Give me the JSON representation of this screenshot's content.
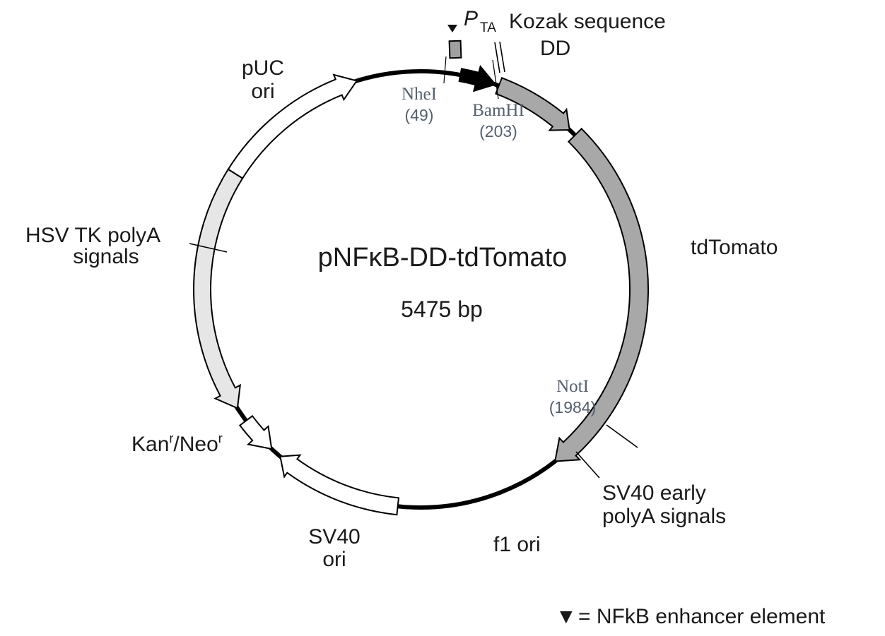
{
  "plasmid": {
    "name_pre": "pNF",
    "name_kappa": "κ",
    "name_post": "B-DD-tdTomato",
    "size": "5475 bp",
    "total_bp": 5475
  },
  "features": {
    "promoter_letter": "P",
    "promoter_sub": "TA",
    "kozak": "Kozak sequence",
    "dd": "DD",
    "tdtomato": "tdTomato",
    "sv40_polya_line1": "SV40 early",
    "sv40_polya_line2": "polyA signals",
    "f1_ori": "f1 ori",
    "sv40_ori_line1": "SV40",
    "sv40_ori_line2": "ori",
    "kan_pre": "Kan",
    "kan_sup1": "r",
    "kan_mid": "/Neo",
    "kan_sup2": "r",
    "hsv_line1": "HSV TK polyA",
    "hsv_line2": "signals",
    "puc_line1": "pUC",
    "puc_line2": "ori"
  },
  "sites": {
    "nhei_name": "NheI",
    "nhei_pos": "(49)",
    "bamhi_name": "BamHI",
    "bamhi_pos": "(203)",
    "noti_name": "NotI",
    "noti_pos": "(1984)"
  },
  "legend": {
    "symbol": "▼",
    "text": "= NFkB enhancer element"
  },
  "colors": {
    "backbone": "#000000",
    "dd_tdtomato_fill": "#a8a8a8",
    "enhancer_fill": "#a0a0a0",
    "kan_fill": "#e6e6e6",
    "ori_fill": "#ffffff",
    "promoter_fill": "#000000"
  }
}
